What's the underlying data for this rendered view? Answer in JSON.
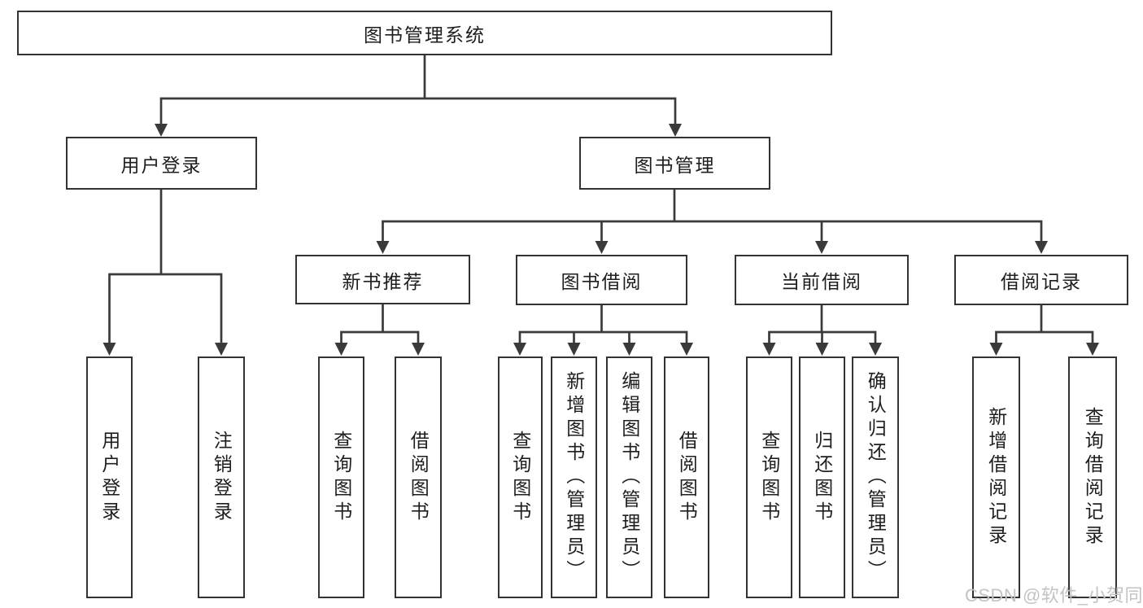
{
  "tree": {
    "root": {
      "label": "图书管理系统",
      "children": [
        {
          "label": "用户登录",
          "children": [
            {
              "label": "用户登录"
            },
            {
              "label": "注销登录"
            }
          ]
        },
        {
          "label": "图书管理",
          "children": [
            {
              "label": "新书推荐",
              "children": [
                {
                  "label": "查询图书"
                },
                {
                  "label": "借阅图书"
                }
              ]
            },
            {
              "label": "图书借阅",
              "children": [
                {
                  "label": "查询图书"
                },
                {
                  "label": "新增图书（管理员）"
                },
                {
                  "label": "编辑图书（管理员）"
                },
                {
                  "label": "借阅图书"
                }
              ]
            },
            {
              "label": "当前借阅",
              "children": [
                {
                  "label": "查询图书"
                },
                {
                  "label": "归还图书"
                },
                {
                  "label": "确认归还（管理员）"
                }
              ]
            },
            {
              "label": "借阅记录",
              "children": [
                {
                  "label": "新增借阅记录"
                },
                {
                  "label": "查询借阅记录"
                }
              ]
            }
          ]
        }
      ]
    }
  },
  "watermark": {
    "text": "CSDN @软件_小贺同学"
  },
  "colors": {
    "line": "#3a3a3a",
    "border": "#333333",
    "text": "#1e1e1e",
    "watermark": "#c3c3c3",
    "background": "#ffffff"
  }
}
